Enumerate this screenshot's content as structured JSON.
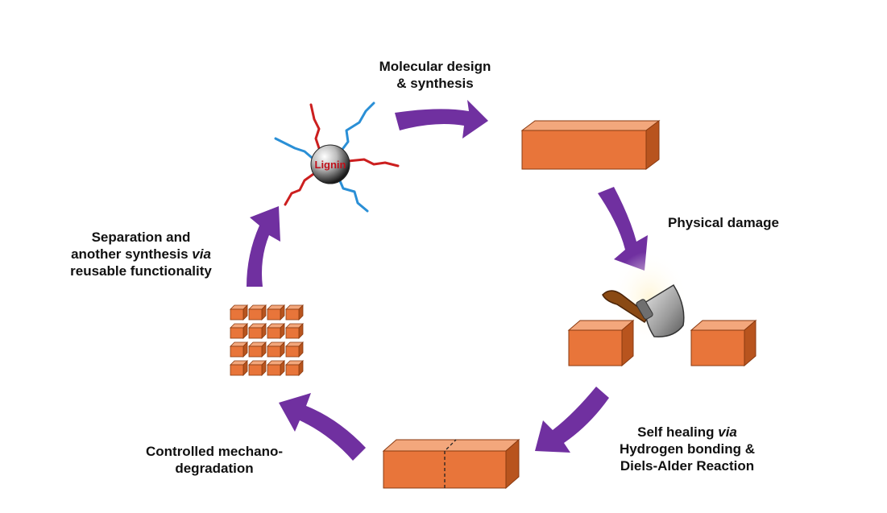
{
  "steps": {
    "design": {
      "line1": "Molecular design",
      "line2": "& synthesis"
    },
    "damage": {
      "line1": "Physical damage"
    },
    "healing": {
      "line1_pre": "Self healing ",
      "line1_em": "via",
      "line2": "Hydrogen bonding &",
      "line3": "Diels-Alder Reaction"
    },
    "degradation": {
      "line1": "Controlled mechano-",
      "line2": "degradation"
    },
    "separation": {
      "line1": "Separation and",
      "line2_pre": "another synthesis ",
      "line2_em": "via",
      "line3": "reusable functionality"
    }
  },
  "molecule": {
    "core_label": "Lignin"
  },
  "colors": {
    "arrow": "#7030a0",
    "block_front": "#e8753a",
    "block_top": "#f3a77c",
    "block_side": "#b8541e",
    "arm_red": "#cc1f1f",
    "arm_blue": "#2a8fd6"
  },
  "icons": [
    "cycle-arrow",
    "lignin-sphere-icon",
    "axe-icon",
    "material-block",
    "fragment-cube"
  ]
}
